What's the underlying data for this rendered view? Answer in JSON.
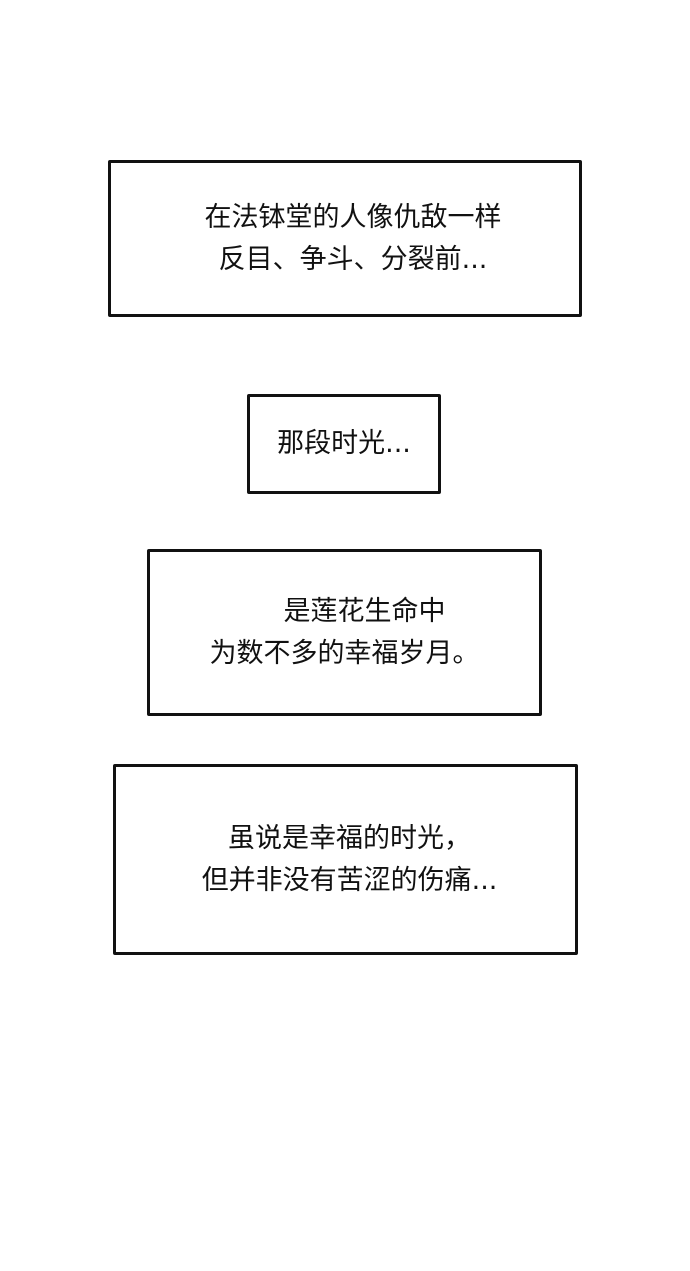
{
  "captions": [
    {
      "lines": [
        "在法钵堂的人像仇敌一样",
        "反目、争斗、分裂前..."
      ]
    },
    {
      "lines": [
        "那段时光..."
      ]
    },
    {
      "lines": [
        "是莲花生命中",
        "为数不多的幸福岁月。"
      ]
    },
    {
      "lines": [
        "虽说是幸福的时光，",
        "但并非没有苦涩的伤痛..."
      ]
    }
  ]
}
